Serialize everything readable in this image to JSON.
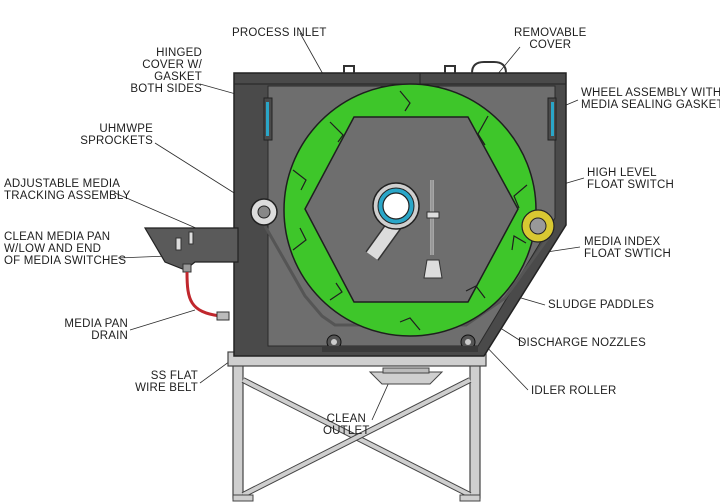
{
  "labels": {
    "process_inlet": "PROCESS INLET",
    "removable_cover": [
      "REMOVABLE",
      "COVER"
    ],
    "hinged_cover": [
      "HINGED",
      "COVER W/",
      "GASKET",
      "BOTH SIDES"
    ],
    "wheel_assembly": [
      "WHEEL ASSEMBLY WITH",
      "MEDIA SEALING GASKET"
    ],
    "uhmwpe_sprockets": [
      "UHMWPE",
      "SPROCKETS"
    ],
    "high_level_float": [
      "HIGH LEVEL",
      "FLOAT SWITCH"
    ],
    "adjustable_media": [
      "ADJUSTABLE MEDIA",
      "TRACKING ASSEMBLY"
    ],
    "clean_media_pan": [
      "CLEAN MEDIA PAN",
      "W/LOW AND END",
      "OF MEDIA SWITCHES"
    ],
    "media_index_float": [
      "MEDIA INDEX",
      "FLOAT SWTICH"
    ],
    "sludge_paddles": "SLUDGE PADDLES",
    "media_pan_drain": [
      "MEDIA PAN",
      "DRAIN"
    ],
    "discharge_nozzles": "DISCHARGE NOZZLES",
    "ss_flat_wire_belt": [
      "SS FLAT",
      "WIRE BELT"
    ],
    "idler_roller": "IDLER ROLLER",
    "clean_outlet": [
      "CLEAN",
      "OUTLET"
    ]
  },
  "colors": {
    "housing": "#4a4a4a",
    "interior": "#6e6e6e",
    "media": "#3ec62a",
    "frame_light": "#cfcfcf",
    "belt": "#555555",
    "drain_hose": "#c0272d",
    "gasket_blue": "#2aa6c8",
    "idler_yellow": "#d8c832"
  }
}
